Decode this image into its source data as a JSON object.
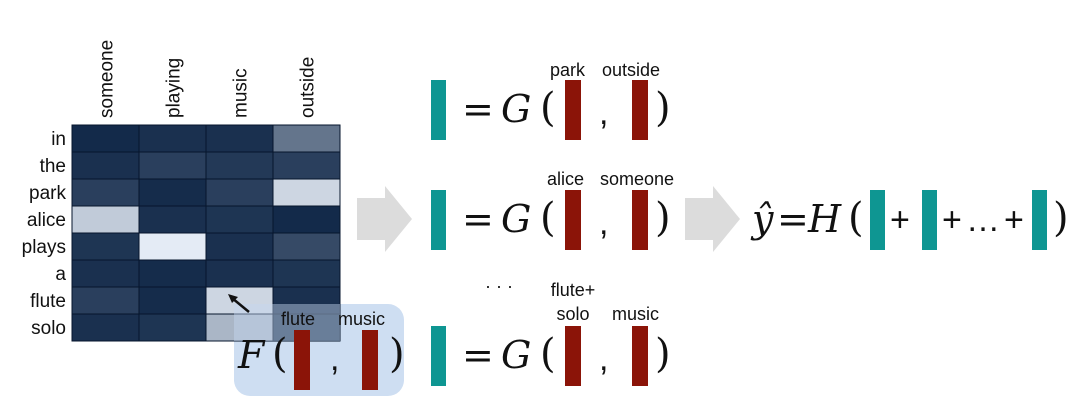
{
  "matrix": {
    "col_labels": [
      "someone",
      "playing",
      "music",
      "outside"
    ],
    "row_labels": [
      "in",
      "the",
      "park",
      "alice",
      "plays",
      "a",
      "flute",
      "solo"
    ],
    "values": [
      [
        0.05,
        0.08,
        0.08,
        0.4
      ],
      [
        0.08,
        0.15,
        0.12,
        0.15
      ],
      [
        0.15,
        0.06,
        0.15,
        0.85
      ],
      [
        0.8,
        0.08,
        0.1,
        0.05
      ],
      [
        0.1,
        0.95,
        0.08,
        0.2
      ],
      [
        0.08,
        0.06,
        0.08,
        0.1
      ],
      [
        0.15,
        0.06,
        0.85,
        0.08
      ],
      [
        0.08,
        0.1,
        0.7,
        0.1
      ]
    ]
  },
  "f_box": {
    "func": "F",
    "labels": [
      "flute",
      "music"
    ]
  },
  "equations": [
    {
      "func": "G",
      "equals": "=",
      "comma": ",",
      "labels": [
        "park",
        "outside"
      ]
    },
    {
      "func": "G",
      "equals": "=",
      "comma": ",",
      "labels": [
        "alice",
        "someone"
      ]
    },
    {
      "func": "G",
      "equals": "=",
      "comma": ",",
      "labels": [
        "flute+\nsolo",
        "music"
      ]
    }
  ],
  "ellipsis": "· · ·",
  "output": {
    "yhat": "ŷ",
    "equals": "=",
    "func": "H",
    "plus": "+",
    "dots": "…"
  },
  "colors": {
    "teal": "#0e9692",
    "red": "#8b1408",
    "arrow": "#dcdcdc",
    "highlight": "#c5d8f0"
  }
}
